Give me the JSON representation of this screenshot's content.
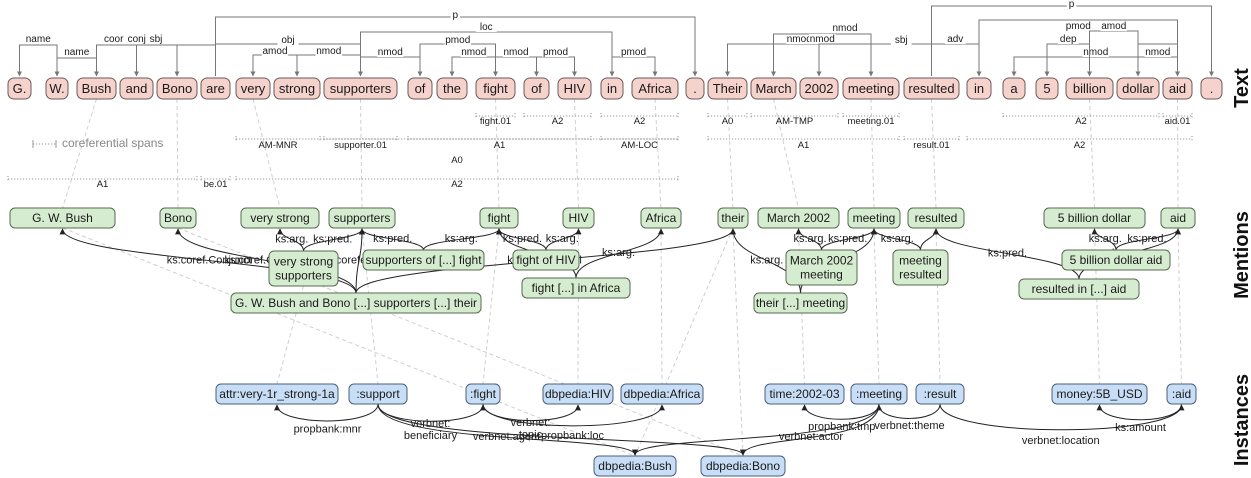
{
  "sections": {
    "text": "Text",
    "mentions": "Mentions",
    "instances": "Instances"
  },
  "tokens": [
    {
      "id": "t_g",
      "label": "G."
    },
    {
      "id": "t_w",
      "label": "W."
    },
    {
      "id": "t_bush",
      "label": "Bush"
    },
    {
      "id": "t_and",
      "label": "and"
    },
    {
      "id": "t_bono",
      "label": "Bono"
    },
    {
      "id": "t_are",
      "label": "are"
    },
    {
      "id": "t_very",
      "label": "very"
    },
    {
      "id": "t_strong",
      "label": "strong"
    },
    {
      "id": "t_supp",
      "label": "supporters"
    },
    {
      "id": "t_of1",
      "label": "of"
    },
    {
      "id": "t_the",
      "label": "the"
    },
    {
      "id": "t_fight",
      "label": "fight"
    },
    {
      "id": "t_of2",
      "label": "of"
    },
    {
      "id": "t_hiv",
      "label": "HIV"
    },
    {
      "id": "t_in1",
      "label": "in"
    },
    {
      "id": "t_africa",
      "label": "Africa"
    },
    {
      "id": "t_dot1",
      "label": "."
    },
    {
      "id": "t_their",
      "label": "Their"
    },
    {
      "id": "t_march",
      "label": "March"
    },
    {
      "id": "t_2002",
      "label": "2002"
    },
    {
      "id": "t_meeting",
      "label": "meeting"
    },
    {
      "id": "t_resulted",
      "label": "resulted"
    },
    {
      "id": "t_in2",
      "label": "in"
    },
    {
      "id": "t_a",
      "label": "a"
    },
    {
      "id": "t_5",
      "label": "5"
    },
    {
      "id": "t_billion",
      "label": "billion"
    },
    {
      "id": "t_dollar",
      "label": "dollar"
    },
    {
      "id": "t_aid",
      "label": "aid"
    },
    {
      "id": "t_dot2",
      "label": "."
    }
  ],
  "dependencies": [
    {
      "from": "t_w",
      "to": "t_g",
      "label": "name"
    },
    {
      "from": "t_bush",
      "to": "t_w",
      "label": "name"
    },
    {
      "from": "t_bush",
      "to": "t_and",
      "label": "coord"
    },
    {
      "from": "t_bush",
      "to": "t_bono",
      "label": "conj"
    },
    {
      "from": "t_are",
      "to": "t_bush",
      "label": "sbj"
    },
    {
      "from": "t_strong",
      "to": "t_very",
      "label": "amod"
    },
    {
      "from": "t_supp",
      "to": "t_strong",
      "label": "nmod"
    },
    {
      "from": "t_are",
      "to": "t_supp",
      "label": "obj"
    },
    {
      "from": "t_supp",
      "to": "t_of1",
      "label": "nmod"
    },
    {
      "from": "t_fight",
      "to": "t_the",
      "label": "nmod"
    },
    {
      "from": "t_of1",
      "to": "t_fight",
      "label": "pmod"
    },
    {
      "from": "t_fight",
      "to": "t_of2",
      "label": "nmod"
    },
    {
      "from": "t_of2",
      "to": "t_hiv",
      "label": "pmod"
    },
    {
      "from": "t_in1",
      "to": "t_africa",
      "label": "pmod"
    },
    {
      "from": "t_supp",
      "to": "t_in1",
      "label": "loc"
    },
    {
      "from": "t_are",
      "to": "t_dot1",
      "label": "p"
    },
    {
      "from": "t_meeting",
      "to": "t_their",
      "label": "nmod"
    },
    {
      "from": "t_meeting",
      "to": "t_march",
      "label": "nmod"
    },
    {
      "from": "t_meeting",
      "to": "t_2002",
      "label": "nmod"
    },
    {
      "from": "t_resulted",
      "to": "t_meeting",
      "label": "sbj"
    },
    {
      "from": "t_resulted",
      "to": "t_in2",
      "label": "adv"
    },
    {
      "from": "t_in2",
      "to": "t_aid",
      "label": "pmod"
    },
    {
      "from": "t_aid",
      "to": "t_a",
      "label": "nmod"
    },
    {
      "from": "t_billion",
      "to": "t_5",
      "label": "dep"
    },
    {
      "from": "t_dollar",
      "to": "t_billion",
      "label": "amod"
    },
    {
      "from": "t_aid",
      "to": "t_dollar",
      "label": "nmod"
    },
    {
      "from": "t_resulted",
      "to": "t_dot2",
      "label": "p"
    }
  ],
  "srl_spans": [
    {
      "from": "t_fight",
      "to": "t_fight",
      "label": "fight.01",
      "row": 0
    },
    {
      "from": "t_of2",
      "to": "t_hiv",
      "label": "A2",
      "row": 0
    },
    {
      "from": "t_in1",
      "to": "t_africa",
      "label": "A2",
      "row": 0
    },
    {
      "from": "t_their",
      "to": "t_their",
      "label": "A0",
      "row": 0
    },
    {
      "from": "t_march",
      "to": "t_2002",
      "label": "AM-TMP",
      "row": 0
    },
    {
      "from": "t_meeting",
      "to": "t_meeting",
      "label": "meeting.01",
      "row": 0
    },
    {
      "from": "t_a",
      "to": "t_dollar",
      "label": "A2",
      "row": 0
    },
    {
      "from": "t_aid",
      "to": "t_aid",
      "label": "aid.01",
      "row": 0
    },
    {
      "from": "t_very",
      "to": "t_strong",
      "label": "AM-MNR",
      "row": 1
    },
    {
      "from": "t_supp",
      "to": "t_supp",
      "label": "supporter.01",
      "row": 1
    },
    {
      "from": "t_of1",
      "to": "t_hiv",
      "label": "A1",
      "row": 1
    },
    {
      "from": "t_in1",
      "to": "t_africa",
      "label": "AM-LOC",
      "row": 1
    },
    {
      "from": "t_their",
      "to": "t_meeting",
      "label": "A1",
      "row": 1
    },
    {
      "from": "t_resulted",
      "to": "t_resulted",
      "label": "result.01",
      "row": 1
    },
    {
      "from": "t_in2",
      "to": "t_aid",
      "label": "A2",
      "row": 1
    },
    {
      "from": "t_very",
      "to": "t_africa",
      "label": "A0",
      "row": 2
    },
    {
      "from": "t_g",
      "to": "t_bono",
      "label": "A1",
      "row": 3
    },
    {
      "from": "t_are",
      "to": "t_are",
      "label": "be.01",
      "row": 3
    },
    {
      "from": "t_very",
      "to": "t_africa",
      "label": "A2",
      "row": 3
    }
  ],
  "legend": {
    "label": "coreferential spans"
  },
  "mentions": [
    {
      "id": "m_gwbush",
      "lines": [
        "G. W. Bush"
      ]
    },
    {
      "id": "m_bono",
      "lines": [
        "Bono"
      ]
    },
    {
      "id": "m_verystrong",
      "lines": [
        "very strong"
      ]
    },
    {
      "id": "m_supporters",
      "lines": [
        "supporters"
      ]
    },
    {
      "id": "m_fight",
      "lines": [
        "fight"
      ]
    },
    {
      "id": "m_hiv",
      "lines": [
        "HIV"
      ]
    },
    {
      "id": "m_africa",
      "lines": [
        "Africa"
      ]
    },
    {
      "id": "m_their",
      "lines": [
        "their"
      ]
    },
    {
      "id": "m_march2002",
      "lines": [
        "March 2002"
      ]
    },
    {
      "id": "m_meeting",
      "lines": [
        "meeting"
      ]
    },
    {
      "id": "m_resulted",
      "lines": [
        "resulted"
      ]
    },
    {
      "id": "m_5bd",
      "lines": [
        "5 billion dollar"
      ]
    },
    {
      "id": "m_aid",
      "lines": [
        "aid"
      ]
    },
    {
      "id": "m_vss",
      "lines": [
        "very strong",
        "supporters"
      ]
    },
    {
      "id": "m_suppoffight",
      "lines": [
        "supporters of [...] fight"
      ]
    },
    {
      "id": "m_fightofhiv",
      "lines": [
        "fight of HIV"
      ]
    },
    {
      "id": "m_m2m",
      "lines": [
        "March 2002",
        "meeting"
      ]
    },
    {
      "id": "m_mr",
      "lines": [
        "meeting",
        "resulted"
      ]
    },
    {
      "id": "m_5bda",
      "lines": [
        "5 billion dollar aid"
      ]
    },
    {
      "id": "m_fightafrica",
      "lines": [
        "fight [...] in Africa"
      ]
    },
    {
      "id": "m_theirmeeting",
      "lines": [
        "their [...] meeting"
      ]
    },
    {
      "id": "m_resultedaid",
      "lines": [
        "resulted in [...] aid"
      ]
    },
    {
      "id": "m_big",
      "lines": [
        "G. W. Bush and Bono [...] supporters [...] their"
      ]
    }
  ],
  "mention_edges": [
    {
      "from": "m_big",
      "to": "m_gwbush",
      "label": "ks:coref.Conjunct"
    },
    {
      "from": "m_big",
      "to": "m_bono",
      "label": "ks:coref.Conjunct"
    },
    {
      "from": "m_big",
      "to": "m_supporters",
      "label": "ks:coreferential"
    },
    {
      "from": "m_big",
      "to": "m_their",
      "label": "ks:coreferential"
    },
    {
      "from": "m_vss",
      "to": "m_verystrong",
      "label": "ks:arg."
    },
    {
      "from": "m_vss",
      "to": "m_supporters",
      "label": "ks:pred."
    },
    {
      "from": "m_suppoffight",
      "to": "m_supporters",
      "label": "ks:pred."
    },
    {
      "from": "m_suppoffight",
      "to": "m_fight",
      "label": "ks:arg."
    },
    {
      "from": "m_fightofhiv",
      "to": "m_fight",
      "label": "ks:pred."
    },
    {
      "from": "m_fightofhiv",
      "to": "m_hiv",
      "label": "ks:arg."
    },
    {
      "from": "m_fightafrica",
      "to": "m_fight",
      "label": ""
    },
    {
      "from": "m_fightafrica",
      "to": "m_africa",
      "label": "ks:arg."
    },
    {
      "from": "m_theirmeeting",
      "to": "m_their",
      "label": "ks:arg."
    },
    {
      "from": "m_theirmeeting",
      "to": "m_meeting",
      "label": "ks:pred."
    },
    {
      "from": "m_m2m",
      "to": "m_march2002",
      "label": "ks:arg."
    },
    {
      "from": "m_m2m",
      "to": "m_meeting",
      "label": "ks:pred."
    },
    {
      "from": "m_mr",
      "to": "m_meeting",
      "label": "ks:arg."
    },
    {
      "from": "m_mr",
      "to": "m_resulted",
      "label": ""
    },
    {
      "from": "m_resultedaid",
      "to": "m_resulted",
      "label": "ks:pred."
    },
    {
      "from": "m_resultedaid",
      "to": "m_aid",
      "label": "ks:arg."
    },
    {
      "from": "m_5bda",
      "to": "m_5bd",
      "label": "ks:arg."
    },
    {
      "from": "m_5bda",
      "to": "m_aid",
      "label": "ks:pred."
    }
  ],
  "instances": [
    {
      "id": "i_attr",
      "label": "attr:very-1r_strong-1a"
    },
    {
      "id": "i_support",
      "label": ":support"
    },
    {
      "id": "i_fight",
      "label": ":fight"
    },
    {
      "id": "i_hiv",
      "label": "dbpedia:HIV"
    },
    {
      "id": "i_africa",
      "label": "dbpedia:Africa"
    },
    {
      "id": "i_time",
      "label": "time:2002-03"
    },
    {
      "id": "i_meeting",
      "label": ":meeting"
    },
    {
      "id": "i_result",
      "label": ":result"
    },
    {
      "id": "i_money",
      "label": "money:5B_USD"
    },
    {
      "id": "i_aid",
      "label": ":aid"
    },
    {
      "id": "i_bush",
      "label": "dbpedia:Bush"
    },
    {
      "id": "i_bono",
      "label": "dbpedia:Bono"
    }
  ],
  "instance_edges": [
    {
      "from": "i_support",
      "to": "i_attr",
      "label": "propbank:mnr"
    },
    {
      "from": "i_support",
      "to": "i_fight",
      "label": "verbnet: beneficiary"
    },
    {
      "from": "i_fight",
      "to": "i_hiv",
      "label": "verbnet: topic"
    },
    {
      "from": "i_fight",
      "to": "i_africa",
      "label": "propbank:loc"
    },
    {
      "from": "i_support",
      "to": "i_bush",
      "label": "verbnet:agent"
    },
    {
      "from": "i_support",
      "to": "i_bono",
      "label": ""
    },
    {
      "from": "i_meeting",
      "to": "i_time",
      "label": "propbank:tmp"
    },
    {
      "from": "i_meeting",
      "to": "i_bush",
      "label": ""
    },
    {
      "from": "i_meeting",
      "to": "i_bono",
      "label": "verbnet:actor"
    },
    {
      "from": "i_result",
      "to": "i_meeting",
      "label": "verbnet:theme"
    },
    {
      "from": "i_result",
      "to": "i_aid",
      "label": "verbnet:location"
    },
    {
      "from": "i_aid",
      "to": "i_money",
      "label": "ks:amount"
    }
  ],
  "grounding": [
    [
      "t_bush",
      "m_gwbush"
    ],
    [
      "t_bono",
      "m_bono"
    ],
    [
      "t_very",
      "m_verystrong"
    ],
    [
      "t_supp",
      "m_supporters"
    ],
    [
      "t_fight",
      "m_fight"
    ],
    [
      "t_hiv",
      "m_hiv"
    ],
    [
      "t_africa",
      "m_africa"
    ],
    [
      "t_their",
      "m_their"
    ],
    [
      "t_march",
      "m_march2002"
    ],
    [
      "t_meeting",
      "m_meeting"
    ],
    [
      "t_resulted",
      "m_resulted"
    ],
    [
      "t_billion",
      "m_5bd"
    ],
    [
      "t_aid",
      "m_aid"
    ],
    [
      "m_vss",
      "i_attr"
    ],
    [
      "m_supporters",
      "i_support"
    ],
    [
      "m_fight",
      "i_fight"
    ],
    [
      "m_hiv",
      "i_hiv"
    ],
    [
      "m_africa",
      "i_africa"
    ],
    [
      "m_march2002",
      "i_time"
    ],
    [
      "m_meeting",
      "i_meeting"
    ],
    [
      "m_resulted",
      "i_result"
    ],
    [
      "m_5bd",
      "i_money"
    ],
    [
      "m_aid",
      "i_aid"
    ],
    [
      "m_gwbush",
      "i_bush"
    ],
    [
      "m_bono",
      "i_bono"
    ],
    [
      "m_their",
      "i_bush"
    ],
    [
      "m_their",
      "i_bono"
    ]
  ]
}
